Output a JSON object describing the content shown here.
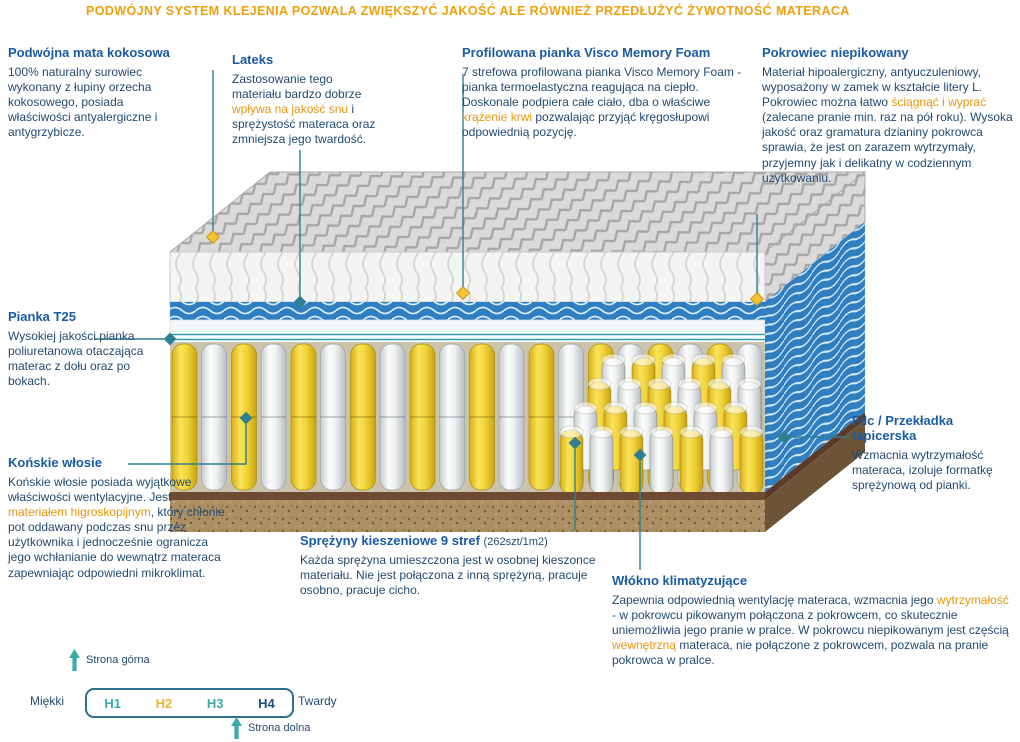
{
  "banner": {
    "text": "PODWÓJNY SYSTEM KLEJENIA POZWALA ZWIĘKSZYĆ JAKOŚĆ ALE RÓWNIEŻ PRZEDŁUŻYĆ ŻYWOTNOŚĆ MATERACA"
  },
  "labels": {
    "coconut": {
      "title": "Podwójna mata kokosowa",
      "body": [
        {
          "t": "100% naturalny surowiec wykonany z łupiny orzecha kokosowego, posiada właściwości antyalergiczne i antygrzybicze.",
          "a": false
        }
      ]
    },
    "latex": {
      "title": "Lateks",
      "body": [
        {
          "t": "Zastosowanie tego materiału bardzo dobrze ",
          "a": false
        },
        {
          "t": "wpływa na jakość snu",
          "a": true
        },
        {
          "t": " i sprężystość materaca oraz zmniejsza jego twardość.",
          "a": false
        }
      ]
    },
    "visco": {
      "title": "Profilowana pianka Visco Memory Foam",
      "body": [
        {
          "t": "7 strefowa profilowana pianka Visco Memory Foam - pianka termoelastyczna reagująca na ciepło. Doskonale podpiera całe ciało, dba o właściwe ",
          "a": false
        },
        {
          "t": "krążenie krwi",
          "a": true
        },
        {
          "t": " pozwalając przyjąć kręgosłupowi odpowiednią pozycję.",
          "a": false
        }
      ]
    },
    "cover": {
      "title": "Pokrowiec niepikowany",
      "body": [
        {
          "t": "Materiał hipoalergiczny, antyuczuleniowy, wyposażony w zamek w kształcie litery L. Pokrowiec można łatwo ",
          "a": false
        },
        {
          "t": "ściągnąć i wyprać",
          "a": true
        },
        {
          "t": " (zalecane pranie min. raz na pół roku). Wysoka jakość oraz gramatura dzianiny pokrowca sprawia, że jest on zarazem wytrzymały, przyjemny jak i delikatny w codziennym użytkowaniu.",
          "a": false
        }
      ]
    },
    "foam_t25": {
      "title": "Pianka T25",
      "body": [
        {
          "t": "Wysokiej jakości pianka poliuretanowa otaczająca materac z dołu oraz po bokach.",
          "a": false
        }
      ]
    },
    "horsehair": {
      "title": "Końskie włosie",
      "body": [
        {
          "t": "Końskie włosie posiada wyjątkowe właściwości wentylacyjne. Jest ",
          "a": false
        },
        {
          "t": "materiałem higroskopijnym",
          "a": true
        },
        {
          "t": ", który chłonie pot oddawany podczas snu przez użytkownika i jednocześnie ogranicza jego wchłanianie do wewnątrz materaca zapewniając odpowiedni mikroklimat.",
          "a": false
        }
      ]
    },
    "felt": {
      "title": "Filc / Przekładka tapicerska",
      "body": [
        {
          "t": "Wzmacnia wytrzymałość materaca, izoluje formatkę sprężynową od pianki.",
          "a": false
        }
      ]
    },
    "springs": {
      "title": "Sprężyny kieszeniowe 9 stref",
      "count": "(262szt/1m2)",
      "body": [
        {
          "t": "Każda sprężyna umieszczona jest w osobnej kieszonce materiału. Nie jest połączona z inną sprężyną, pracuje osobno, pracuje cicho.",
          "a": false
        }
      ]
    },
    "fiber": {
      "title": "Włókno klimatyzujące",
      "body": [
        {
          "t": "Zapewnia odpowiednią wentylację materaca, wzmacnia jego ",
          "a": false
        },
        {
          "t": "wytrzymałość",
          "a": true
        },
        {
          "t": " - w pokrowcu pikowanym połączona z pokrowcem, co skutecznie uniemożliwia jego pranie w pralce. W pokrowcu niepikowanym jest częścią ",
          "a": false
        },
        {
          "t": "wewnętrzną",
          "a": true
        },
        {
          "t": " materaca, nie połączone z pokrowcem, pozwala na pranie pokrowca w pralce.",
          "a": false
        }
      ]
    }
  },
  "scale": {
    "top_label": "Strona górna",
    "bottom_label": "Strona dolna",
    "soft": "Miękki",
    "hard": "Twardy",
    "levels": [
      {
        "label": "H1",
        "color": "#3AACA8"
      },
      {
        "label": "H2",
        "color": "#F0B52F"
      },
      {
        "label": "H3",
        "color": "#3AACA8"
      },
      {
        "label": "H4",
        "color": "#1F4E79"
      }
    ]
  },
  "colors": {
    "banner_orange": "#EFA00B",
    "heading_blue": "#1A5BA4",
    "body_navy": "#234A73",
    "accent_orange": "#E8950C",
    "connector_teal": "#2E7F8F",
    "marker_yellow": "#F2C230",
    "spring_yellow": "#F2D43A",
    "wave_blue": "#2E7EC0",
    "base_brown": "#AC8F63"
  }
}
